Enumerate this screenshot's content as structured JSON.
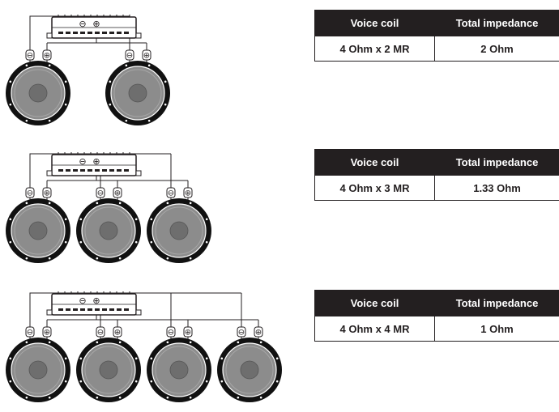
{
  "columns": {
    "voice_coil": "Voice coil",
    "total_impedance": "Total impedance"
  },
  "terminals": {
    "negative": "⊖",
    "positive": "⊕"
  },
  "configurations": [
    {
      "speaker_count": 2,
      "voice_coil": "4 Ohm x 2 MR",
      "total_impedance": "2 Ohm"
    },
    {
      "speaker_count": 3,
      "voice_coil": "4 Ohm x 3 MR",
      "total_impedance": "1.33 Ohm"
    },
    {
      "speaker_count": 4,
      "voice_coil": "4 Ohm x 4 MR",
      "total_impedance": "1 Ohm"
    }
  ],
  "colors": {
    "table_header_bg": "#231f20",
    "table_header_text": "#ffffff",
    "line": "#231f20",
    "cone": "#8c8c8c",
    "dust_cap": "#6e6e6e"
  }
}
